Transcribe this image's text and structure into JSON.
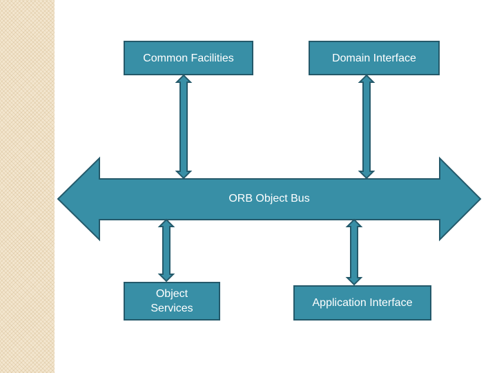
{
  "diagram": {
    "boxes": {
      "common_facilities": "Common Facilities",
      "domain_interface": "Domain Interface",
      "object_services": "Object\nServices",
      "application_interface": "Application Interface"
    },
    "bus_label": "ORB Object Bus"
  },
  "colors": {
    "box_fill": "#388fa6",
    "box_border": "#24596a",
    "sidebar": "#f3e6cf"
  }
}
